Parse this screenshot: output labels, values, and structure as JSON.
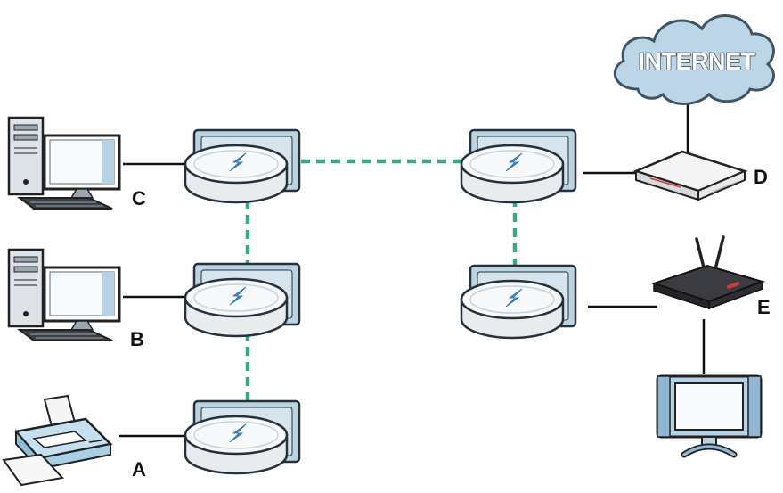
{
  "diagram": {
    "cloud_label": "INTERNET",
    "labels": {
      "a": "A",
      "b": "B",
      "c": "C",
      "d": "D",
      "e": "E"
    }
  },
  "colors": {
    "wired_link": "#111111",
    "wireless_link": "#3aa97e",
    "cloud_fill": "#bcd6e8",
    "cloud_outline": "#3f5566",
    "panel_fill": "#bcd3e2",
    "panel_outline": "#25313d",
    "puck_top": "#f6f8fa",
    "bolt": "#3f8fd1",
    "router_body": "#2c2e33",
    "router_accent": "#d23a3a"
  }
}
